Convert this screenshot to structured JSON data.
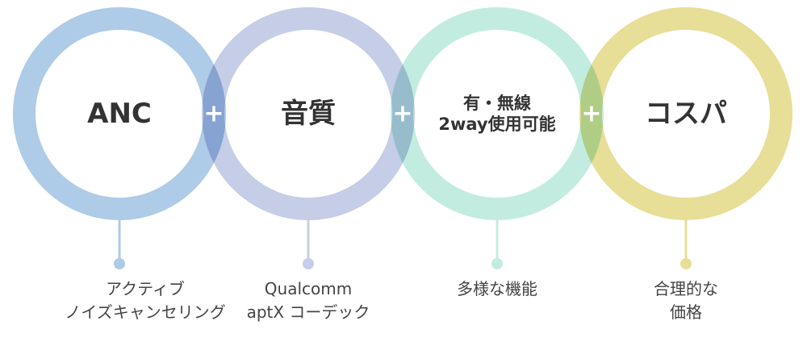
{
  "colors": {
    "blue": "#aecbe7",
    "lavender": "#c5cde7",
    "mint": "#c3ece1",
    "yellow": "#e7de97",
    "text": "#333333"
  },
  "items": [
    {
      "title": [
        "ANC"
      ],
      "desc": [
        "アクティブ",
        "ノイズキャンセリング"
      ],
      "color": "#aecbe7"
    },
    {
      "title": [
        "音質"
      ],
      "desc": [
        "Qualcomm",
        "aptX コーデック"
      ],
      "color": "#c5cde7"
    },
    {
      "title": [
        "有・無線",
        "2way使用可能"
      ],
      "desc": [
        "多様な機能"
      ],
      "color": "#c3ece1"
    },
    {
      "title": [
        "コスパ"
      ],
      "desc": [
        "合理的な",
        "価格"
      ],
      "color": "#e7de97"
    }
  ],
  "plus": "+"
}
